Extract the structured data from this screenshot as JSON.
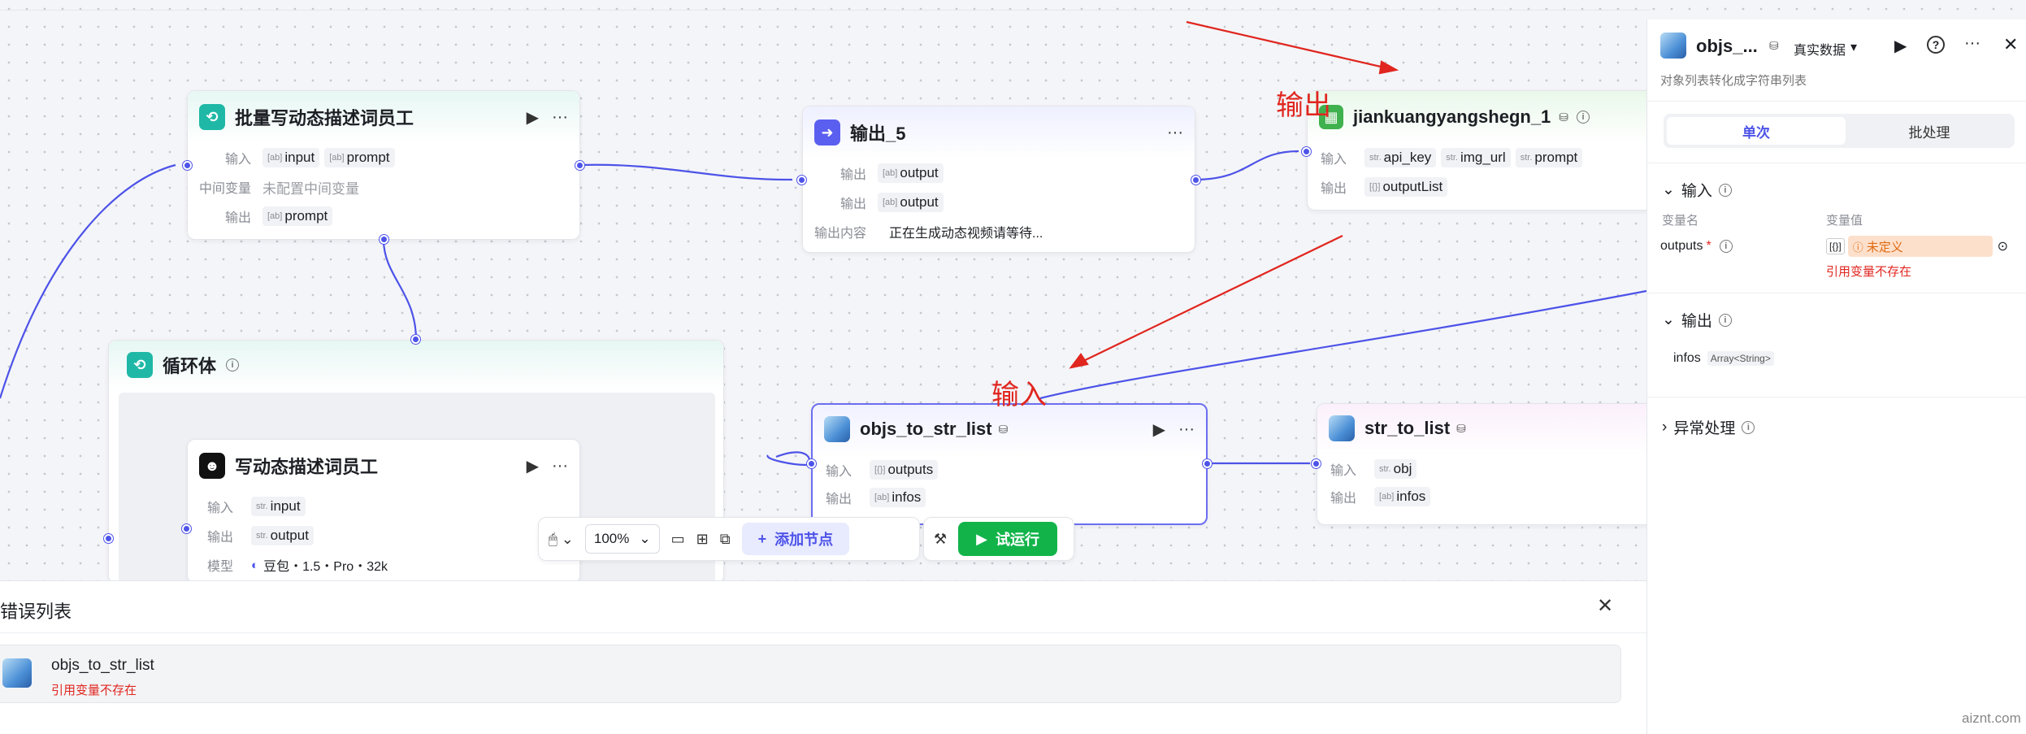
{
  "nodes": {
    "batch": {
      "title": "批量写动态描述词员工",
      "in_label": "输入",
      "in_tags": [
        "input",
        "prompt"
      ],
      "mid_label": "中间变量",
      "mid_value": "未配置中间变量",
      "out_label": "输出",
      "out_tags": [
        "prompt"
      ]
    },
    "output5": {
      "title": "输出_5",
      "row1_label": "输出",
      "row1_tag": "output",
      "row2_label": "输出",
      "row2_tag": "output",
      "content_label": "输出内容",
      "content_value": "正在生成动态视频请等待..."
    },
    "jk": {
      "title": "jiankuangyangshegn_1",
      "in_label": "输入",
      "in_tags": [
        "api_key",
        "img_url",
        "prompt"
      ],
      "out_label": "输出",
      "out_tag": "outputList"
    },
    "loop": {
      "title": "循环体"
    },
    "writer": {
      "title": "写动态描述词员工",
      "in_label": "输入",
      "in_tag": "input",
      "out_label": "输出",
      "out_tag": "output",
      "model_label": "模型",
      "model_value": "豆包・1.5・Pro・32k"
    },
    "objs": {
      "title": "objs_to_str_list",
      "in_label": "输入",
      "in_tag": "outputs",
      "out_label": "输出",
      "out_tag": "infos"
    },
    "str": {
      "title": "str_to_list",
      "in_label": "输入",
      "in_tag": "obj",
      "out_label": "输出",
      "out_tag": "infos"
    }
  },
  "type_marks": {
    "str": "str.",
    "arr": "[{}]",
    "txt": "[ab]"
  },
  "annotations": {
    "output": "输出",
    "input": "输入"
  },
  "toolbar": {
    "zoom": "100%",
    "add_node": "添加节点",
    "run": "试运行"
  },
  "errors": {
    "title": "错误列表",
    "item_name": "objs_to_str_list",
    "item_msg": "引用变量不存在"
  },
  "panel": {
    "title": "objs_...",
    "data_mode": "真实数据",
    "desc": "对象列表转化成字符串列表",
    "tab_single": "单次",
    "tab_batch": "批处理",
    "input_section": "输入",
    "col_name": "变量名",
    "col_value": "变量值",
    "var_name": "outputs",
    "var_required": "*",
    "var_value": "未定义",
    "var_error": "引用变量不存在",
    "output_section": "输出",
    "out_var": "infos",
    "out_type": "Array<String>",
    "exception_section": "异常处理"
  },
  "watermark": "aiznt.com",
  "colors": {
    "accent": "#4d53e8",
    "run": "#12b44a",
    "error": "#e0261f",
    "warning_bg": "#fde0cc"
  }
}
